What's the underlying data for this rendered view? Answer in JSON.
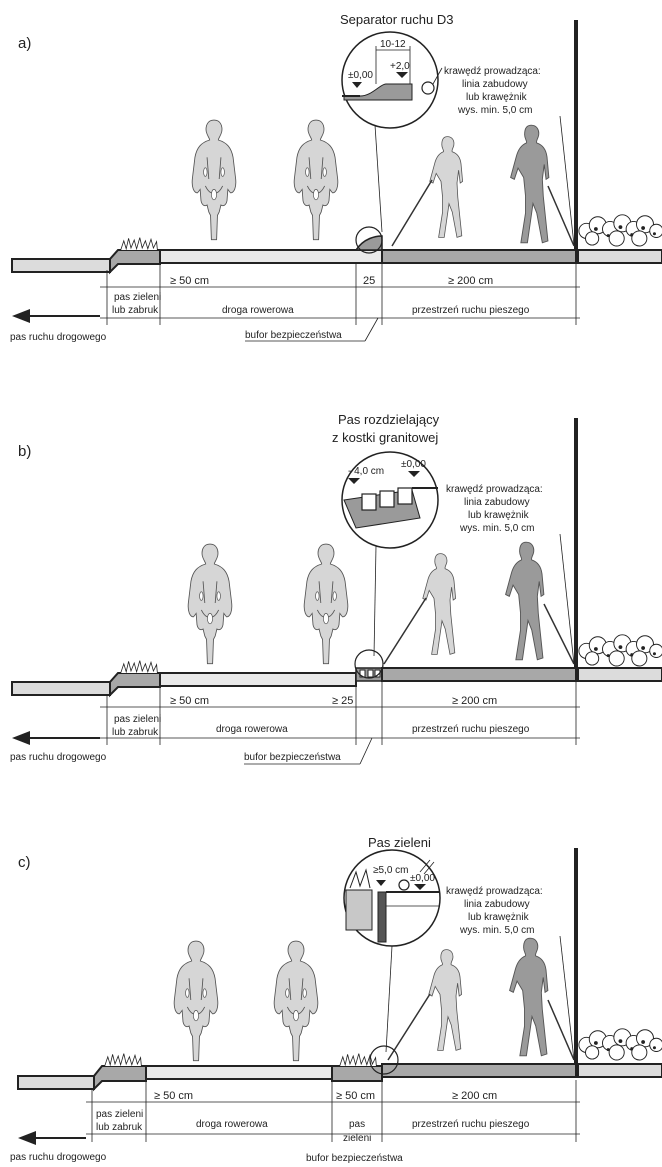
{
  "panels": [
    {
      "letter": "a)",
      "title_lines": [
        "Separator ruchu D3"
      ],
      "detail_labels": [
        "10-12",
        "+2,0",
        "±0,00"
      ],
      "guide_lines": [
        "krawędź prowadząca:",
        "linia zabudowy",
        "lub krawężnik",
        "wys. min. 5,0 cm"
      ],
      "dims": [
        "≥ 50 cm",
        "25",
        "≥ 200 cm"
      ],
      "zones": [
        "droga rowerowa",
        "przestrzeń ruchu pieszego"
      ],
      "green_strip": [
        "pas zieleni",
        "lub zabruk"
      ],
      "buffer": "bufor bezpieczeństwa",
      "road": "pas ruchu drogowego"
    },
    {
      "letter": "b)",
      "title_lines": [
        "Pas rozdzielający",
        "z kostki granitowej"
      ],
      "detail_labels": [
        "- 4,0 cm",
        "±0,00"
      ],
      "guide_lines": [
        "krawędź prowadząca:",
        "linia zabudowy",
        "lub krawężnik",
        "wys. min. 5,0 cm"
      ],
      "dims": [
        "≥ 50 cm",
        "≥ 25",
        "≥ 200 cm"
      ],
      "zones": [
        "droga rowerowa",
        "przestrzeń ruchu pieszego"
      ],
      "green_strip": [
        "pas zieleni",
        "lub zabruk"
      ],
      "buffer": "bufor bezpieczeństwa",
      "road": "pas ruchu drogowego"
    },
    {
      "letter": "c)",
      "title_lines": [
        "Pas zieleni"
      ],
      "detail_labels": [
        "≥5,0 cm",
        "±0,00"
      ],
      "guide_lines": [
        "krawędź prowadząca:",
        "linia zabudowy",
        "lub krawężnik",
        "wys. min. 5,0 cm"
      ],
      "dims": [
        "≥ 50 cm",
        "≥ 50 cm",
        "≥ 200 cm"
      ],
      "zones": [
        "droga rowerowa",
        "przestrzeń ruchu pieszego"
      ],
      "green_strip": [
        "pas zieleni",
        "lub zabruk"
      ],
      "buffer_lines": [
        "pas",
        "zieleni",
        "bufor bezpieczeństwa"
      ],
      "road": "pas ruchu drogowego"
    }
  ]
}
